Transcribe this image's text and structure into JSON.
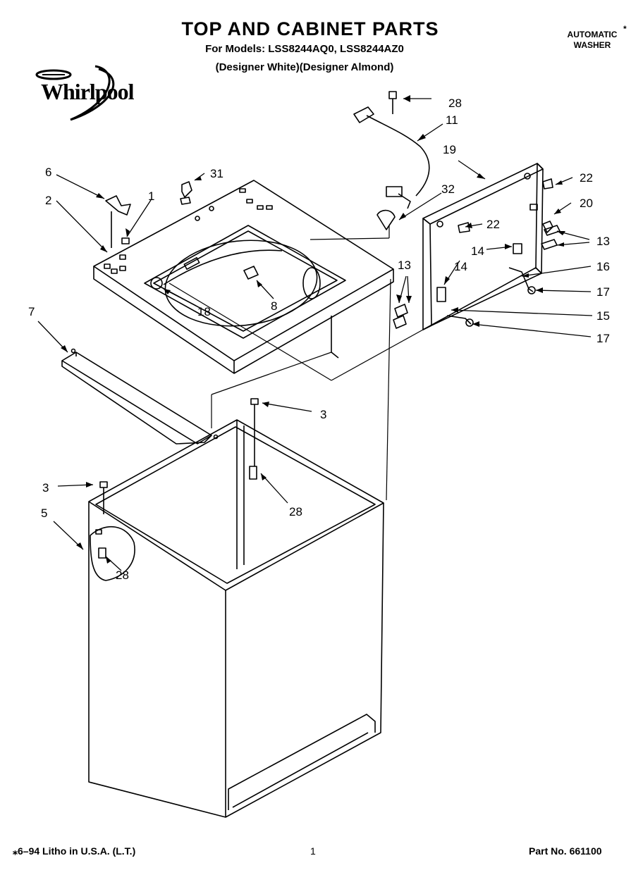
{
  "header": {
    "title": "TOP AND CABINET PARTS",
    "models": "For Models: LSS8244AQ0, LSS8244AZ0",
    "finishes": "(Designer White)(Designer Almond)",
    "product_type_line1": "AUTOMATIC",
    "product_type_line2": "WASHER",
    "product_type_mark": "*"
  },
  "brand": {
    "name": "Whirlpool"
  },
  "callouts": {
    "c1": "1",
    "c2": "2",
    "c3a": "3",
    "c3b": "3",
    "c5": "5",
    "c6": "6",
    "c7": "7",
    "c8": "8",
    "c11": "11",
    "c13a": "13",
    "c13b": "13",
    "c14a": "14",
    "c14b": "14",
    "c15": "15",
    "c16": "16",
    "c17a": "17",
    "c17b": "17",
    "c18": "18",
    "c19": "19",
    "c20": "20",
    "c22a": "22",
    "c22b": "22",
    "c28a": "28",
    "c28b": "28",
    "c28c": "28",
    "c31": "31",
    "c32": "32"
  },
  "footer": {
    "print_info": "⁎6–94 Litho in U.S.A. (L.T.)",
    "page_number": "1",
    "part_number": "Part No. 661100"
  }
}
